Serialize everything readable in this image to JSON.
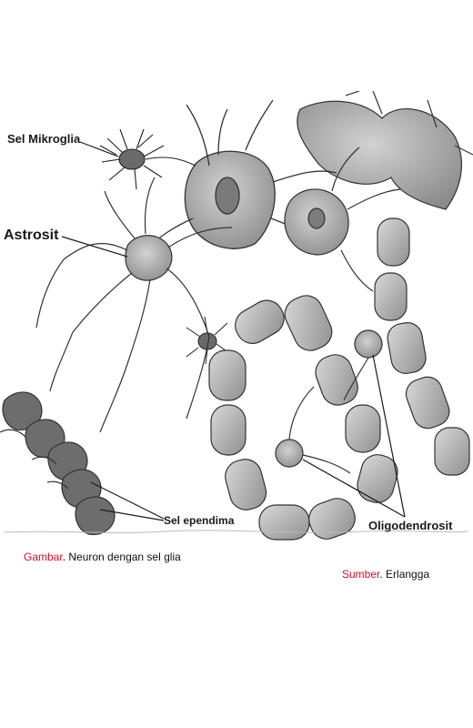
{
  "labels": {
    "microglia": "Sel Mikroglia",
    "astrocyte": "Astrosit",
    "ependymal": "Sel ependima",
    "oligodendrocyte": "Oligodendrosit"
  },
  "caption": {
    "figure_key": "Gambar",
    "figure_text": "Neuron dengan sel glia",
    "source_key": "Sumber",
    "source_text": "Erlangga"
  },
  "colors": {
    "accent_red": "#c8102e",
    "ink": "#1a1a1a",
    "cell_fill": "#a9a9a9",
    "cell_dark": "#6e6e6e"
  }
}
